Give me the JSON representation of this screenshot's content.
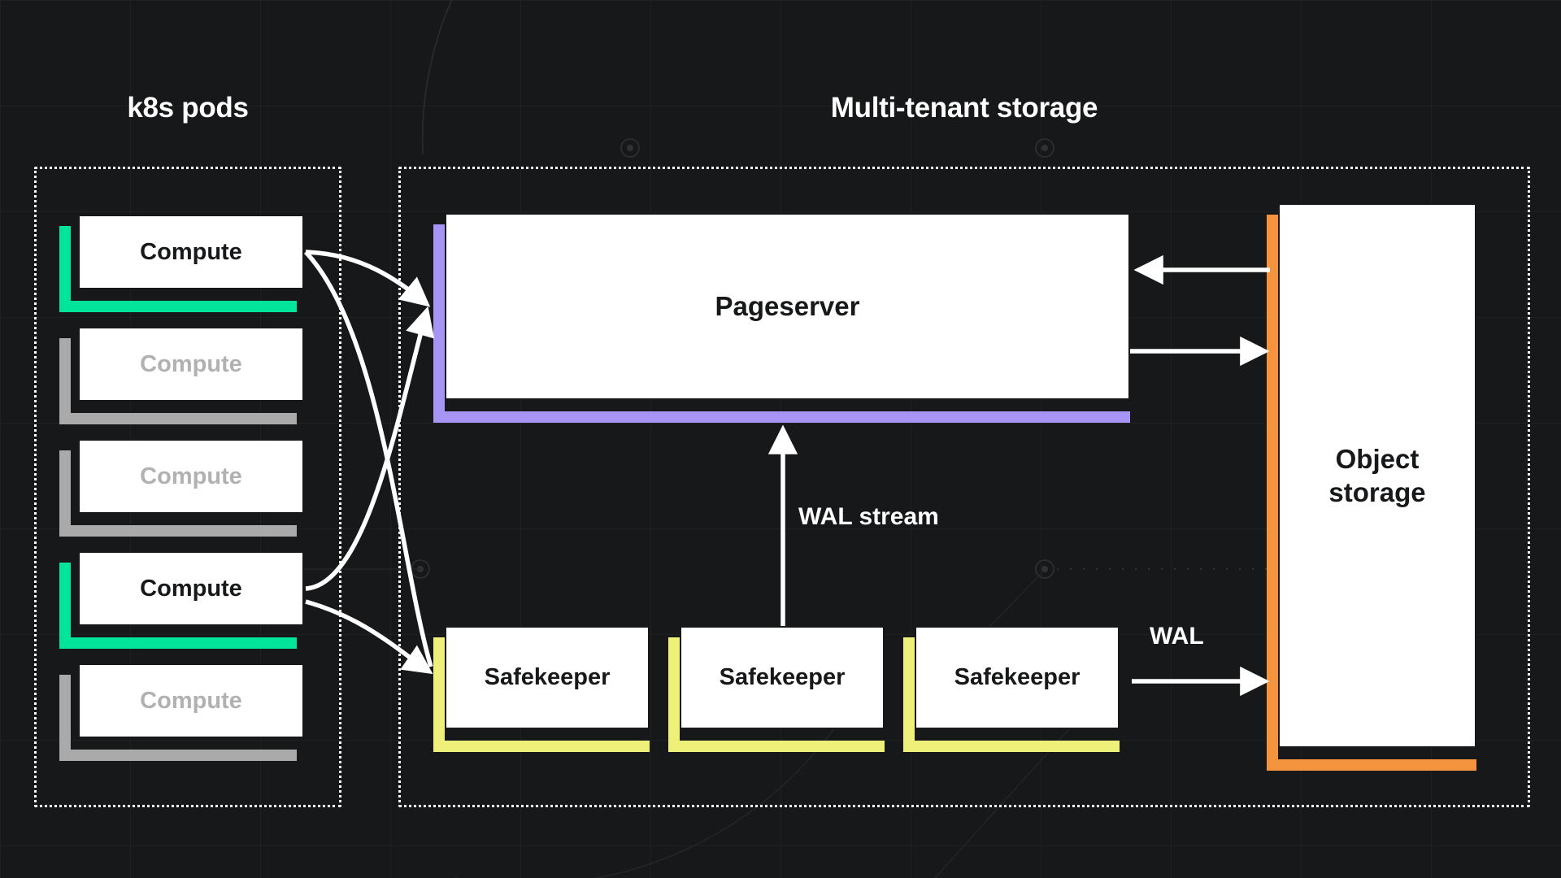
{
  "theme": {
    "background": "#16181a",
    "card_fill": "#ffffff",
    "card_text": "#16181a",
    "idle_text": "#b1b1b1",
    "stroke": "#ffffff",
    "accent_compute_active": "#00e599",
    "accent_compute_idle": "#aaaaaa",
    "accent_pageserver": "#a894f5",
    "accent_safekeeper": "#eff07a",
    "accent_objectstorage": "#f5943e"
  },
  "groups": [
    {
      "id": "k8s",
      "title": "k8s pods"
    },
    {
      "id": "storage",
      "title": "Multi-tenant storage"
    }
  ],
  "compute_nodes": [
    {
      "label": "Compute",
      "state": "active"
    },
    {
      "label": "Compute",
      "state": "idle"
    },
    {
      "label": "Compute",
      "state": "idle"
    },
    {
      "label": "Compute",
      "state": "active"
    },
    {
      "label": "Compute",
      "state": "idle"
    }
  ],
  "pageserver": {
    "label": "Pageserver"
  },
  "safekeepers": [
    {
      "label": "Safekeeper"
    },
    {
      "label": "Safekeeper"
    },
    {
      "label": "Safekeeper"
    }
  ],
  "object_storage": {
    "line1": "Object",
    "line2": "storage"
  },
  "edge_labels": {
    "wal_stream": "WAL stream",
    "wal": "WAL"
  }
}
